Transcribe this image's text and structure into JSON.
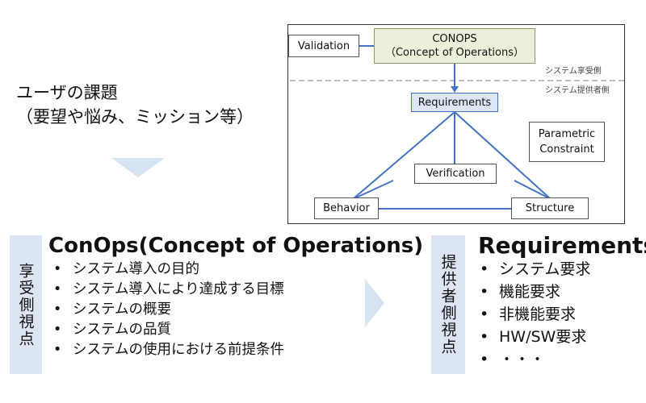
{
  "problem": {
    "line1": "ユーザの課題",
    "line2": "（要望や悩み、ミッション等）"
  },
  "diagram": {
    "validation": "Validation",
    "conops_line1": "CONOPS",
    "conops_line2": "（Concept of Operations）",
    "user_side": "システム享受側",
    "provider_side": "システム提供者側",
    "requirements": "Requirements",
    "parametric_line1": "Parametric",
    "parametric_line2": "Constraint",
    "verification": "Verification",
    "behavior": "Behavior",
    "structure": "Structure"
  },
  "conops_panel": {
    "side_label": "享受側視点",
    "title": "ConOps(Concept of Operations)",
    "items": [
      "システム導入の目的",
      "システム導入により達成する目標",
      "システムの概要",
      "システムの品質",
      "システムの使用における前提条件"
    ]
  },
  "req_panel": {
    "side_label": "提供者側視点",
    "title": "Requirements",
    "items": [
      "システム要求",
      "機能要求",
      "非機能要求",
      "HW/SW要求",
      "・・・"
    ]
  },
  "colors": {
    "connector": "#4472c4",
    "label_bg": "#dce6f2",
    "conops_fill": "#eaf0da",
    "chevron": "#d6e3f3"
  }
}
